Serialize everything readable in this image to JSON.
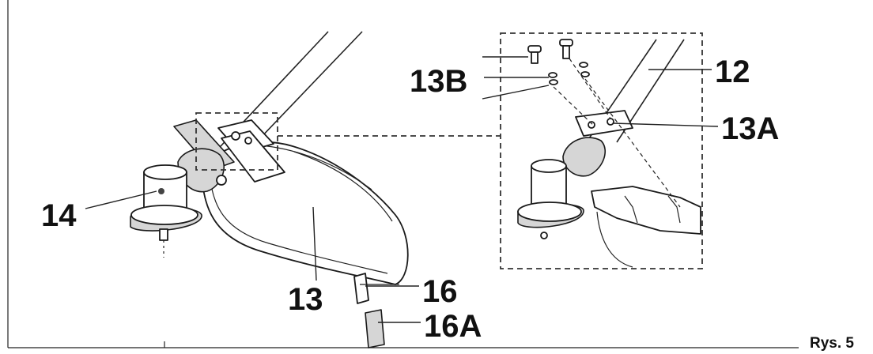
{
  "labels": {
    "shaft": "12",
    "guard": "13",
    "washers": "13B",
    "bracket": "13A",
    "head": "14",
    "blade": "16",
    "blade_cover": "16A"
  },
  "caption": "Rys. 5"
}
